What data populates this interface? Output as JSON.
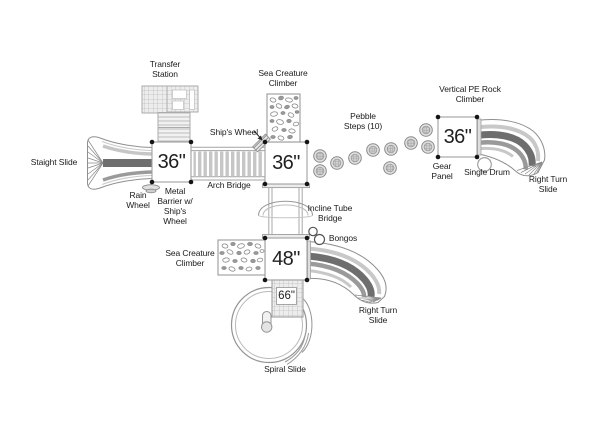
{
  "diagram": {
    "type": "playground-equipment-plan",
    "decks": [
      {
        "name": "left-deck",
        "size": "36\""
      },
      {
        "name": "middle-deck",
        "size": "36\""
      },
      {
        "name": "right-deck",
        "size": "36\""
      },
      {
        "name": "rear-deck",
        "size": "48\""
      },
      {
        "name": "spiral-deck",
        "size": "66\""
      }
    ],
    "labels": {
      "straight_slide": "Staight Slide",
      "transfer_station": "Transfer\nStation",
      "ships_wheel": "Ship's Wheel",
      "sea_creature_climber_top": "Sea Creature\nClimber",
      "pebble_steps": "Pebble\nSteps (10)",
      "vertical_pe_rock_climber": "Vertical PE Rock\nClimber",
      "gear_panel": "Gear\nPanel",
      "single_drum": "Single Drum",
      "right_turn_slide_top": "Right Turn\nSlide",
      "rain_wheel": "Rain\nWheel",
      "metal_barrier": "Metal\nBarrier w/\nShip's\nWheel",
      "arch_bridge": "Arch Bridge",
      "incline_tube_bridge": "Incline Tube\nBridge",
      "bongos": "Bongos",
      "sea_creature_climber_bottom": "Sea Creature\nClimber",
      "right_turn_slide_bottom": "Right Turn\nSlide",
      "spiral_slide": "Spiral Slide"
    },
    "colors": {
      "background": "#ffffff",
      "line": "#9a9a9a",
      "text": "#1b1b1b",
      "slide_dark_band": "#6e6e6e",
      "hatch": "#bdbdbd",
      "dot": "#151515"
    }
  }
}
